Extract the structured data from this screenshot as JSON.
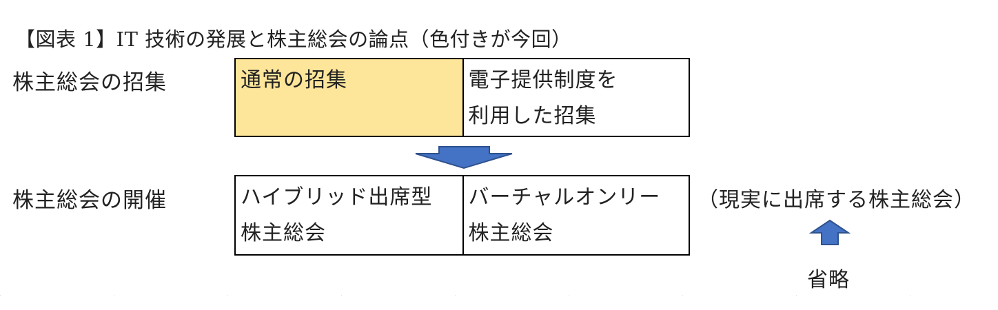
{
  "title": "【図表 1】IT 技術の発展と株主総会の論点（色付きが今回）",
  "rows": [
    {
      "label": "株主総会の招集",
      "cells": [
        {
          "lines": [
            "通常の招集"
          ],
          "highlighted": true
        },
        {
          "lines": [
            "電子提供制度を",
            "利用した招集"
          ],
          "highlighted": false
        }
      ]
    },
    {
      "label": "株主総会の開催",
      "cells": [
        {
          "lines": [
            "ハイブリッド出席型",
            "株主総会"
          ],
          "highlighted": false
        },
        {
          "lines": [
            "バーチャルオンリー",
            "株主総会"
          ],
          "highlighted": false
        }
      ]
    }
  ],
  "side_note": "（現実に出席する株主総会）",
  "omitted_label": "省略",
  "colors": {
    "highlight_fill": "#fde59a",
    "arrow_fill": "#4472c4",
    "arrow_stroke": "#2f528f",
    "border": "#000000"
  }
}
